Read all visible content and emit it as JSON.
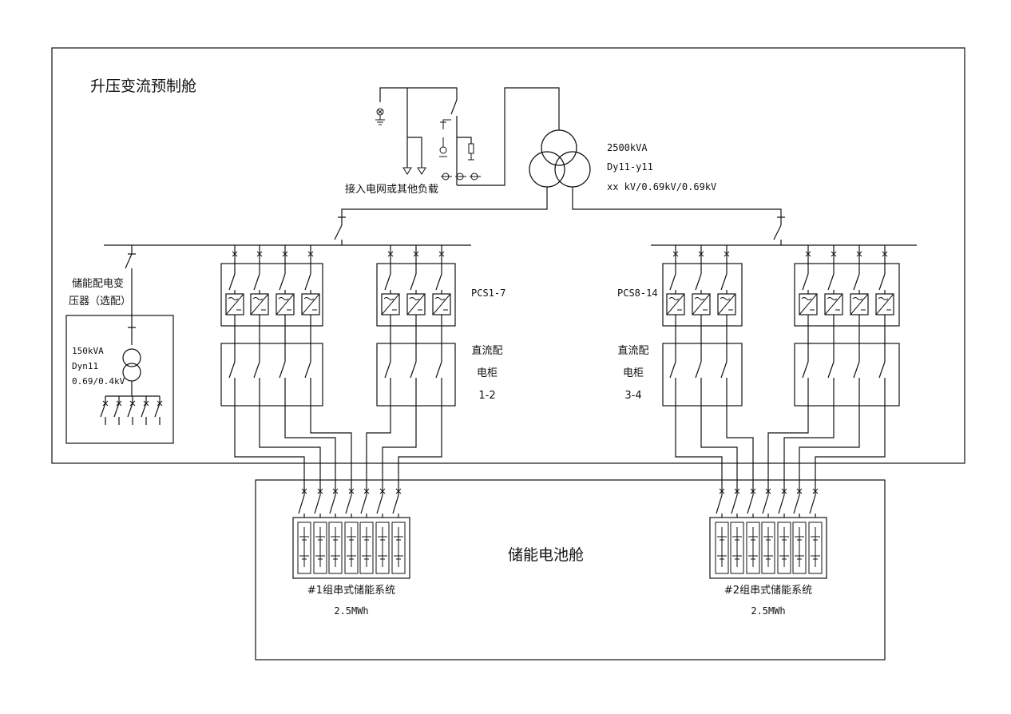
{
  "booster_cabin": {
    "title": "升压变流预制舱"
  },
  "grid": {
    "label": "接入电网或其他负载"
  },
  "main_transformer": {
    "line1": "2500kVA",
    "line2": "Dy11-y11",
    "line3": "xx kV/0.69kV/0.69kV"
  },
  "aux_transformer": {
    "title_line1": "储能配电变",
    "title_line2": "压器（选配）",
    "line1": "150kVA",
    "line2": "Dyn11",
    "line3": "0.69/0.4kV"
  },
  "pcs_left": {
    "label": "PCS1-7"
  },
  "pcs_right": {
    "label": "PCS8-14"
  },
  "dc_left": {
    "line1": "直流配",
    "line2": "电柜",
    "line3": "1-2"
  },
  "dc_right": {
    "line1": "直流配",
    "line2": "电柜",
    "line3": "3-4"
  },
  "battery_cabin": {
    "title": "储能电池舱"
  },
  "battery1": {
    "label": "#1组串式储能系统",
    "capacity": "2.5MWh"
  },
  "battery2": {
    "label": "#2组串式储能系统",
    "capacity": "2.5MWh"
  }
}
